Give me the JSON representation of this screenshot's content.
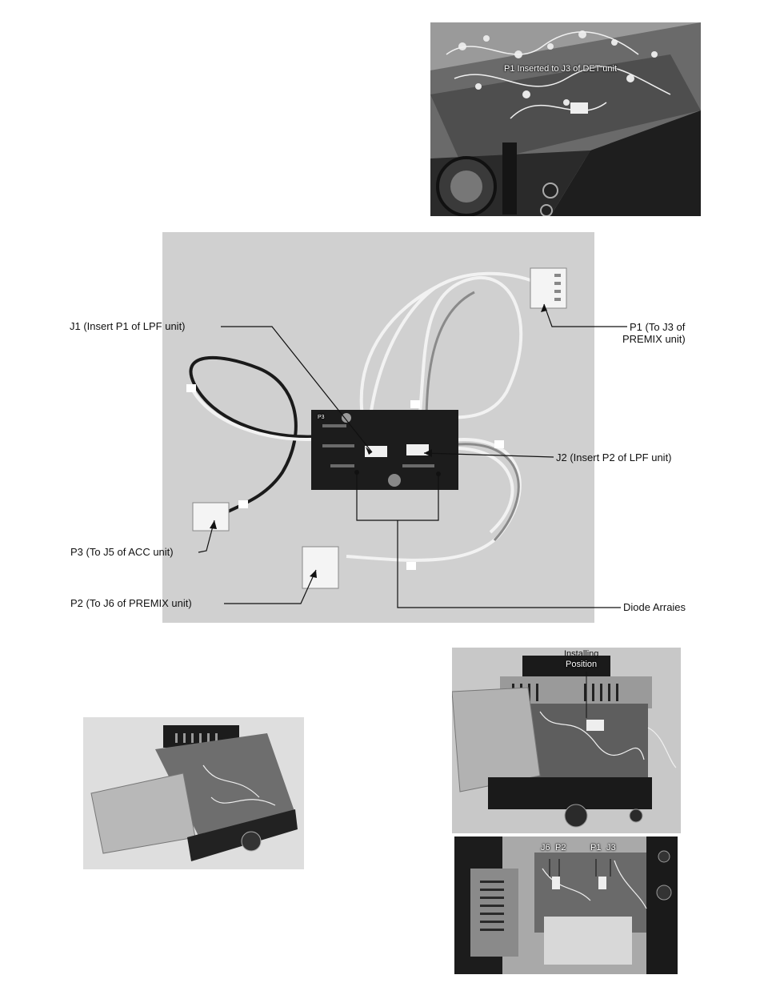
{
  "photos": {
    "top_right": {
      "caption": "P1 Inserted to J3 of DET unit"
    },
    "main": {
      "callouts": {
        "j1": "J1 (Insert P1 of LPF unit)",
        "p1_line1": "P1 (To J3 of",
        "p1_line2": "PREMIX unit)",
        "j2": "J2 (Insert P2 of LPF unit)",
        "p3": "P3 (To J5 of ACC unit)",
        "p2": "P2 (To J6 of PREMIX unit)",
        "diode": "Diode Arraies",
        "board_mark": "P3"
      }
    },
    "bottom_right_top": {
      "caption_line1": "Installing",
      "caption_line2": "Position"
    },
    "bottom_right_bottom": {
      "labels": {
        "j6": "J6",
        "p2": "P2",
        "p1": "P1",
        "j3": "J3"
      }
    }
  }
}
